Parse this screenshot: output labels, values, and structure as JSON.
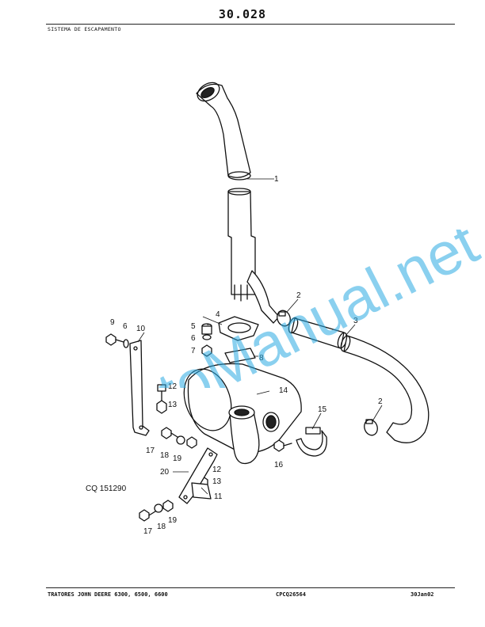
{
  "header": {
    "page_number": "30.028",
    "section_title": "SISTEMA DE ESCAPAMENTO"
  },
  "footer": {
    "left": "TRATORES JOHN DEERE 6300, 6500, 6600",
    "center": "CPCQ26564",
    "right": "30Jan02"
  },
  "diagram": {
    "reference_code": "CQ 151290",
    "callouts": [
      "1",
      "2",
      "3",
      "2",
      "4",
      "5",
      "6",
      "7",
      "8",
      "9",
      "6",
      "10",
      "12",
      "13",
      "14",
      "15",
      "16",
      "17",
      "18",
      "19",
      "20",
      "12",
      "13",
      "11",
      "17",
      "18",
      "19"
    ]
  },
  "watermark": {
    "text": "AutoManual.net",
    "color": "#29a9e1"
  }
}
